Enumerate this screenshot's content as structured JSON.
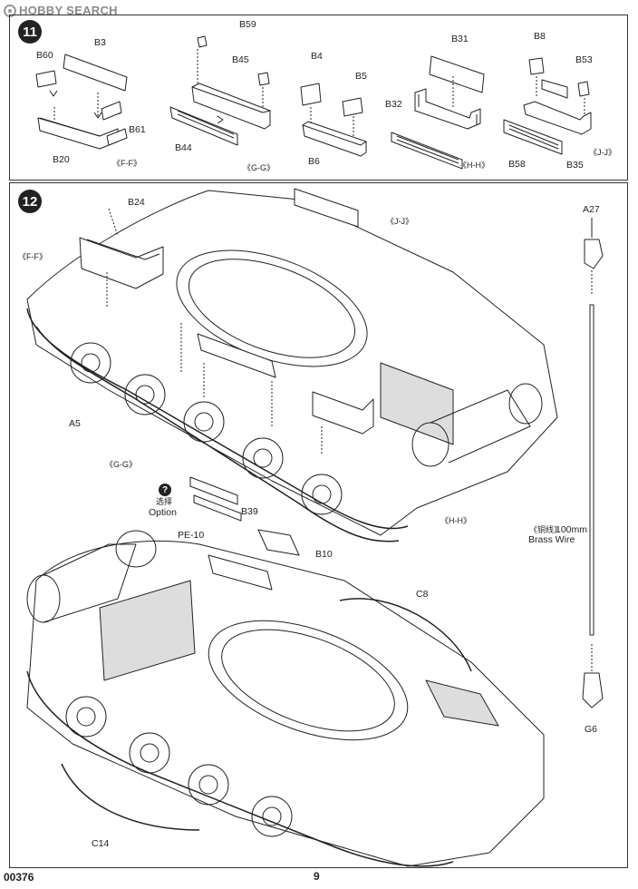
{
  "watermark": "HOBBY SEARCH",
  "step11": {
    "number": "11",
    "labels": {
      "b60": "B60",
      "b3": "B3",
      "b61": "B61",
      "b20": "B20",
      "ff": "《F-F》",
      "b59": "B59",
      "b45": "B45",
      "b44": "B44",
      "gg": "《G-G》",
      "b4": "B4",
      "b5": "B5",
      "b6": "B6",
      "b31": "B31",
      "b32": "B32",
      "hh": "《H-H》",
      "b8": "B8",
      "b53": "B53",
      "b58": "B58",
      "b35": "B35",
      "jj": "《J-J》"
    }
  },
  "step12": {
    "number": "12",
    "labels": {
      "b24": "B24",
      "ff": "《F-F》",
      "jj": "《J-J》",
      "a5": "A5",
      "gg": "《G-G》",
      "option_cn": "选择",
      "option": "Option",
      "b39": "B39",
      "hh": "《H-H》",
      "pe10": "PE-10",
      "b10": "B10",
      "c8": "C8",
      "c14": "C14",
      "a27": "A27",
      "g6": "G6",
      "wire_cn": "《铜线》",
      "wire_len": "100mm",
      "wire": "Brass Wire"
    }
  },
  "footer": {
    "code": "00376",
    "page": "9"
  }
}
